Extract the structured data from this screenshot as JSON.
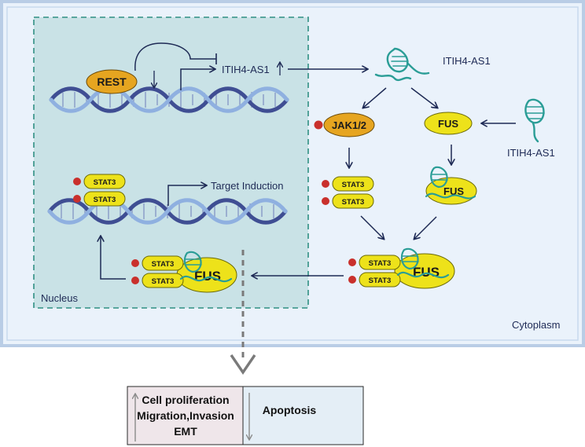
{
  "regions": {
    "nucleus": "Nucleus",
    "cytoplasm": "Cytoplasm"
  },
  "nodes": {
    "rest": "REST",
    "itih4_as1_gene": "ITIH4-AS1",
    "itih4_as1_rna_top": "ITIH4-AS1",
    "itih4_as1_rna_right": "ITIH4-AS1",
    "jak12": "JAK1/2",
    "fus_free": "FUS",
    "fus_bound": "FUS",
    "fus_complex_cyto": "FUS",
    "fus_complex_nuc": "FUS",
    "stat3": "STAT3",
    "target_induction": "Target Induction"
  },
  "outcomes": {
    "up_list": [
      "Cell proliferation",
      "Migration,Invasion",
      "EMT"
    ],
    "down_list": [
      "Apoptosis"
    ]
  },
  "colors": {
    "cell_border": "#b9cde6",
    "cytoplasm_fill": "#eaf2fb",
    "nucleus_fill": "#c9e2e6",
    "nucleus_border": "#2f8f83",
    "yellow": "#ede21a",
    "orange": "#e6a520",
    "rna": "#2a9d96",
    "phospho": "#c9302c",
    "arrow": "#1e2a55",
    "up_box": "#efe6ea",
    "down_box": "#e4eef6"
  }
}
